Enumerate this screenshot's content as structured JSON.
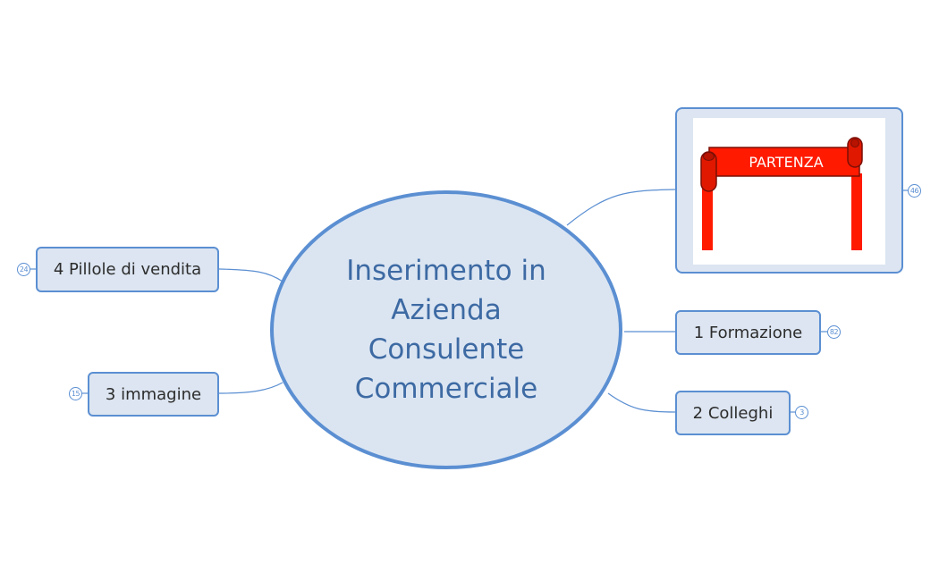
{
  "central_topic": {
    "lines": [
      "Inserimento in",
      "Azienda",
      "Consulente",
      "Commerciale"
    ]
  },
  "topics": {
    "pillole": {
      "label": "4 Pillole di vendita",
      "count": "24"
    },
    "immagine": {
      "label": "3 immagine",
      "count": "15"
    },
    "formazione": {
      "label": "1 Formazione",
      "count": "82"
    },
    "colleghi": {
      "label": "2 Colleghi",
      "count": "3"
    },
    "partenza": {
      "banner_text": "PARTENZA",
      "count": "46"
    }
  },
  "colors": {
    "accent": "#5b8fd2",
    "central_fill": "#dbe5f2",
    "topic_fill": "#dce5f1",
    "central_text": "#3d6aa3",
    "banner_red": "#ff1a00"
  }
}
